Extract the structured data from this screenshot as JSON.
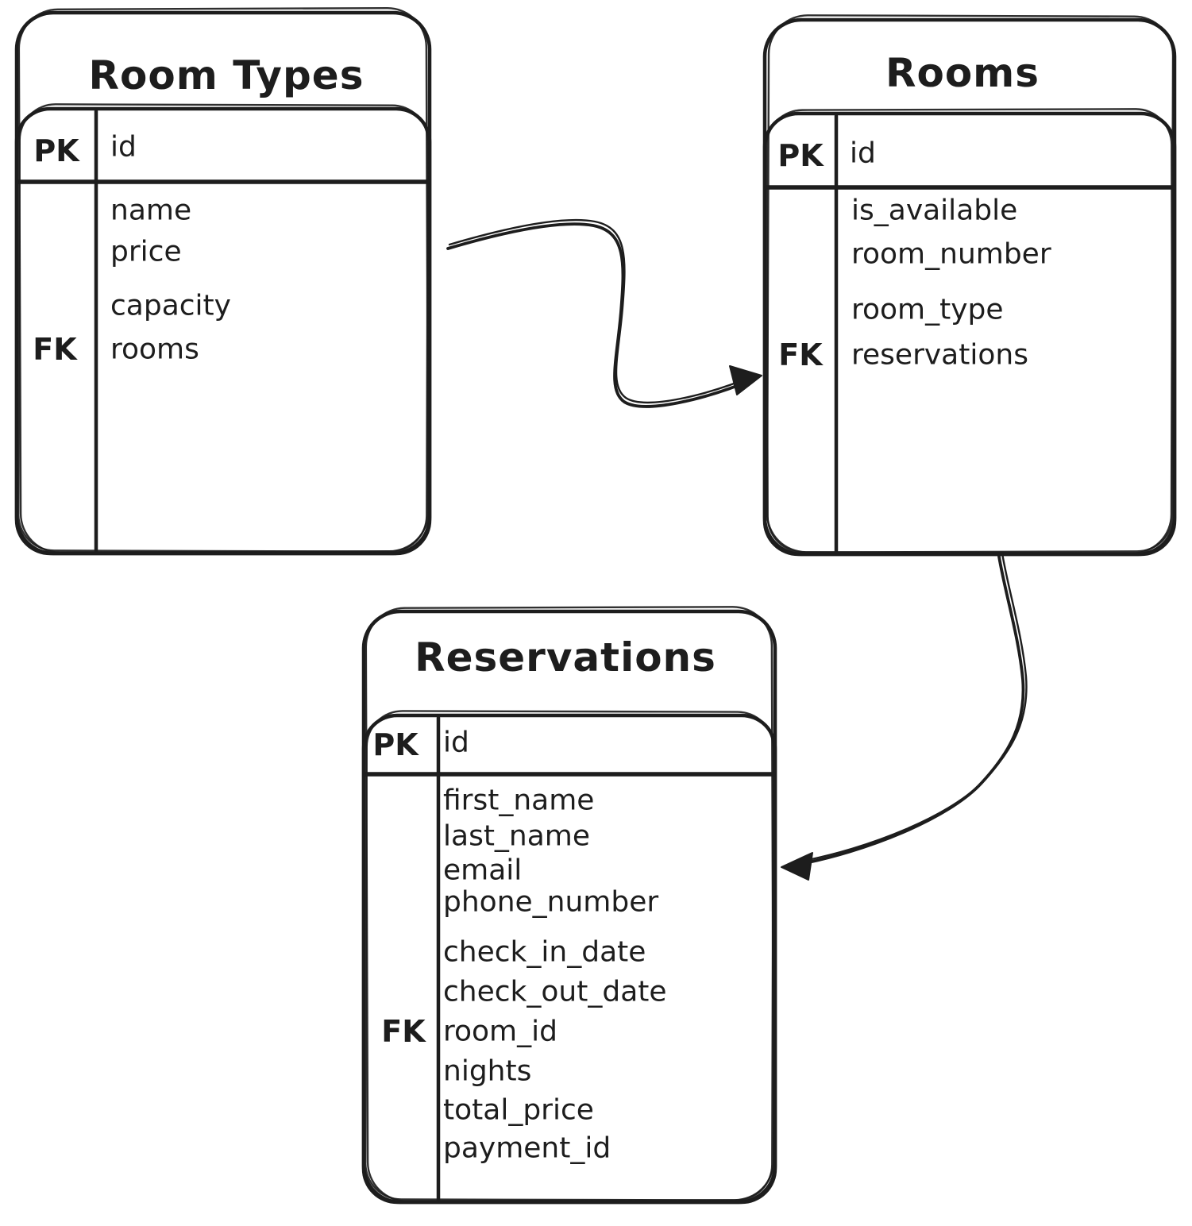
{
  "colors": {
    "stroke": "#1d1d1d",
    "background": "#ffffff"
  },
  "tables": [
    {
      "title": "Room Types",
      "key_header": "PK",
      "id_field": "id",
      "rows": [
        {
          "key": "",
          "field": "name"
        },
        {
          "key": "",
          "field": "price"
        },
        {
          "key": "",
          "field": "capacity"
        },
        {
          "key": "FK",
          "field": "rooms"
        }
      ]
    },
    {
      "title": "Rooms",
      "key_header": "PK",
      "id_field": "id",
      "rows": [
        {
          "key": "",
          "field": "is_available"
        },
        {
          "key": "",
          "field": "room_number"
        },
        {
          "key": "",
          "field": "room_type"
        },
        {
          "key": "FK",
          "field": "reservations"
        }
      ]
    },
    {
      "title": "Reservations",
      "key_header": "PK",
      "id_field": "id",
      "rows": [
        {
          "key": "",
          "field": "first_name"
        },
        {
          "key": "",
          "field": "last_name"
        },
        {
          "key": "",
          "field": "email"
        },
        {
          "key": "",
          "field": "phone_number"
        },
        {
          "key": "",
          "field": "check_in_date"
        },
        {
          "key": "",
          "field": "check_out_date"
        },
        {
          "key": "FK",
          "field": "room_id"
        },
        {
          "key": "",
          "field": "nights"
        },
        {
          "key": "",
          "field": "total_price"
        },
        {
          "key": "",
          "field": "payment_id"
        }
      ]
    }
  ],
  "relationships": [
    {
      "from": "Room Types",
      "to": "Rooms"
    },
    {
      "from": "Rooms",
      "to": "Reservations"
    }
  ]
}
